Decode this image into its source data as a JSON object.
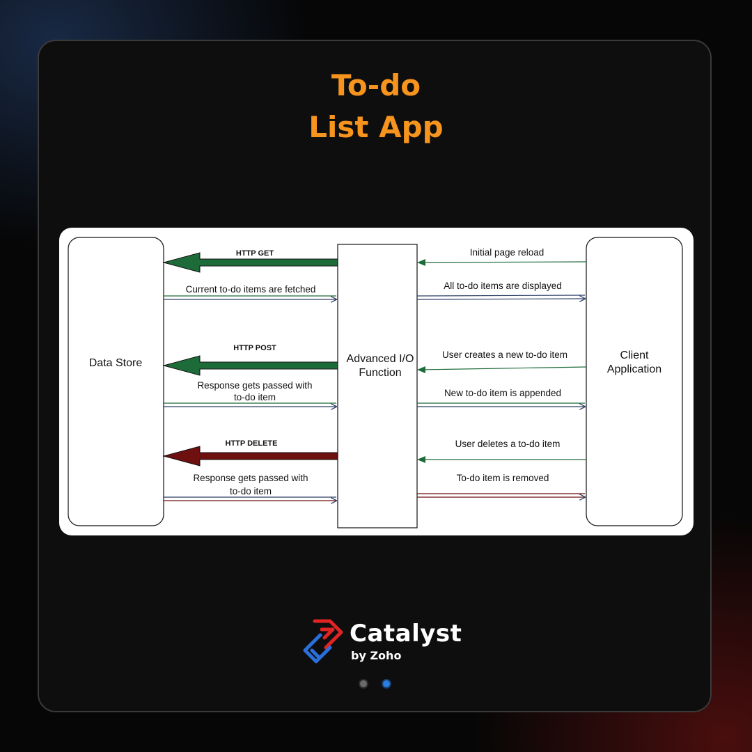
{
  "title": {
    "line1": "To-do",
    "line2": "List App"
  },
  "diagram": {
    "left_box": "Data Store",
    "center_box": [
      "Advanced I/O",
      "Function"
    ],
    "right_box": [
      "Client",
      "Application"
    ],
    "left_flows": [
      {
        "label": "HTTP GET",
        "color": "#1e6b3a"
      },
      {
        "label": "Current to-do items are fetched",
        "color": "#1e6b3a"
      },
      {
        "label": "HTTP POST",
        "color": "#1e6b3a"
      },
      {
        "label": [
          "Response gets passed with",
          "to-do item"
        ],
        "color": "#1e6b3a"
      },
      {
        "label": "HTTP DELETE",
        "color": "#6e1010"
      },
      {
        "label": [
          "Response gets passed with",
          "to-do item"
        ],
        "color": "#6e1010"
      }
    ],
    "right_flows": [
      {
        "label": "Initial page reload",
        "color": "#1e6b3a"
      },
      {
        "label": "All to-do items are displayed",
        "color": "#2c3e66"
      },
      {
        "label": "User creates a new to-do item",
        "color": "#1e6b3a"
      },
      {
        "label": "New to-do item is appended",
        "color": "#2c3e66"
      },
      {
        "label": "User deletes a to-do item",
        "color": "#1e6b3a"
      },
      {
        "label": "To-do item is removed",
        "color": "#6e1010"
      }
    ]
  },
  "brand": {
    "name": "Catalyst",
    "sub": "by Zoho",
    "colors": {
      "red": "#e02424",
      "blue": "#2a6fdb"
    }
  },
  "pagination": {
    "pages": 2,
    "active": 2
  }
}
